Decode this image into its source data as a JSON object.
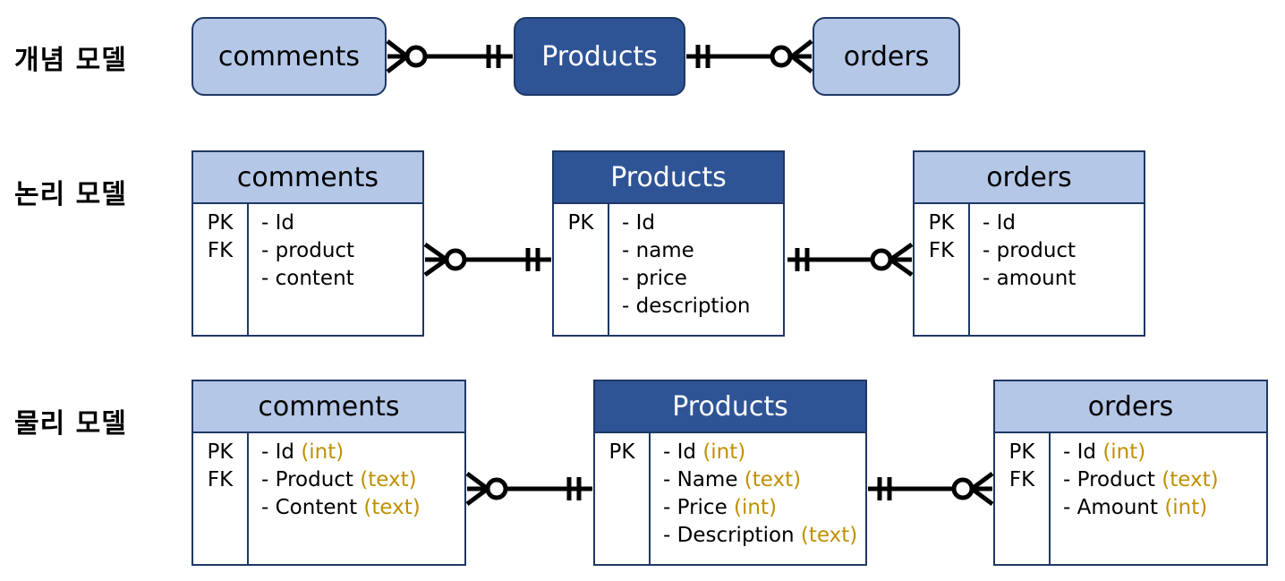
{
  "rows": {
    "conceptual": "개념 모델",
    "logical": "논리 모델",
    "physical": "물리 모델"
  },
  "conceptual": {
    "comments": "comments",
    "products": "Products",
    "orders": "orders"
  },
  "logical": {
    "comments": {
      "title": "comments",
      "keys": [
        "PK",
        "FK"
      ],
      "attrs": [
        "- Id",
        "- product",
        "- content"
      ]
    },
    "products": {
      "title": "Products",
      "keys": [
        "PK"
      ],
      "attrs": [
        "- Id",
        "- name",
        "- price",
        "- description"
      ]
    },
    "orders": {
      "title": "orders",
      "keys": [
        "PK",
        "FK"
      ],
      "attrs": [
        "- Id",
        "- product",
        "- amount"
      ]
    }
  },
  "physical": {
    "comments": {
      "title": "comments",
      "keys": [
        "PK",
        "FK"
      ],
      "attrs": [
        {
          "name": "- Id",
          "type": "(int)"
        },
        {
          "name": "- Product",
          "type": "(text)"
        },
        {
          "name": "- Content",
          "type": "(text)"
        }
      ]
    },
    "products": {
      "title": "Products",
      "keys": [
        "PK"
      ],
      "attrs": [
        {
          "name": "- Id",
          "type": "(int)"
        },
        {
          "name": "- Name",
          "type": "(text)"
        },
        {
          "name": "- Price",
          "type": "(int)"
        },
        {
          "name": "- Description",
          "type": "(text)"
        }
      ]
    },
    "orders": {
      "title": "orders",
      "keys": [
        "PK",
        "FK"
      ],
      "attrs": [
        {
          "name": "- Id",
          "type": "(int)"
        },
        {
          "name": "- Product",
          "type": "(text)"
        },
        {
          "name": "- Amount",
          "type": "(int)"
        }
      ]
    }
  },
  "colors": {
    "light_fill": "#b4c7e7",
    "dark_fill": "#2f5496",
    "border": "#1f3864",
    "type_text": "#bf9000"
  },
  "relationships": [
    {
      "from": "comments",
      "to": "Products",
      "from_end": "zero-or-many",
      "to_end": "exactly-one"
    },
    {
      "from": "Products",
      "to": "orders",
      "from_end": "exactly-one",
      "to_end": "zero-or-many"
    }
  ]
}
